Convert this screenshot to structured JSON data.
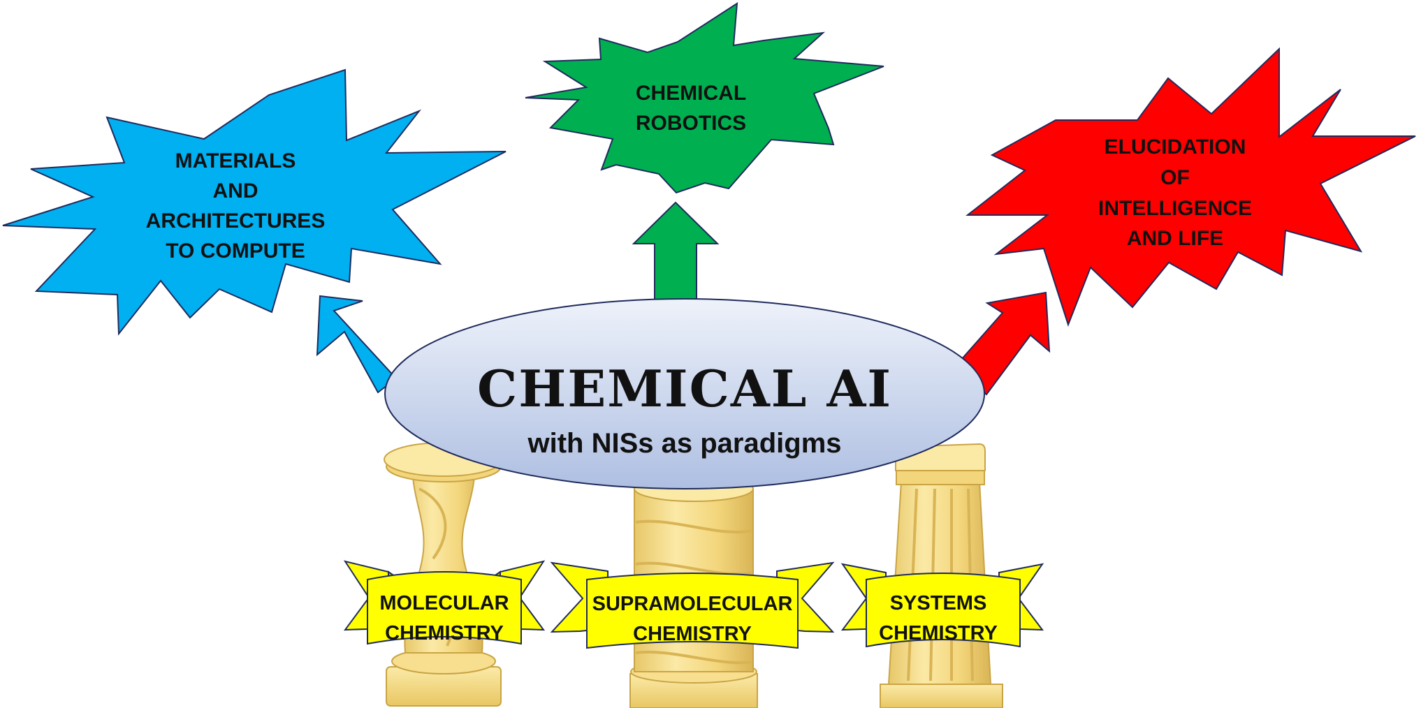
{
  "center": {
    "title": "CHEMICAL AI",
    "subtitle": "with NISs as paradigms",
    "color_top": "#eef2fa",
    "color_bottom": "#aebfe2"
  },
  "bursts": {
    "materials": {
      "lines": [
        "MATERIALS",
        "AND",
        "ARCHITECTURES",
        "TO COMPUTE"
      ],
      "color": "#00b0f0"
    },
    "robotics": {
      "lines": [
        "CHEMICAL",
        "ROBOTICS"
      ],
      "color": "#00b050"
    },
    "elucidation": {
      "lines": [
        "ELUCIDATION",
        "OF",
        "INTELLIGENCE",
        "AND LIFE"
      ],
      "color": "#ff0000"
    }
  },
  "pillars": {
    "molecular": {
      "lines": [
        "MOLECULAR",
        "CHEMISTRY"
      ]
    },
    "supramolecular": {
      "lines": [
        "SUPRAMOLECULAR",
        "CHEMISTRY"
      ]
    },
    "systems": {
      "lines": [
        "SYSTEMS",
        "CHEMISTRY"
      ]
    }
  },
  "colors": {
    "banner": "#ffff00",
    "pillar": "#f7dd84",
    "outline": "#1f2a5c"
  }
}
